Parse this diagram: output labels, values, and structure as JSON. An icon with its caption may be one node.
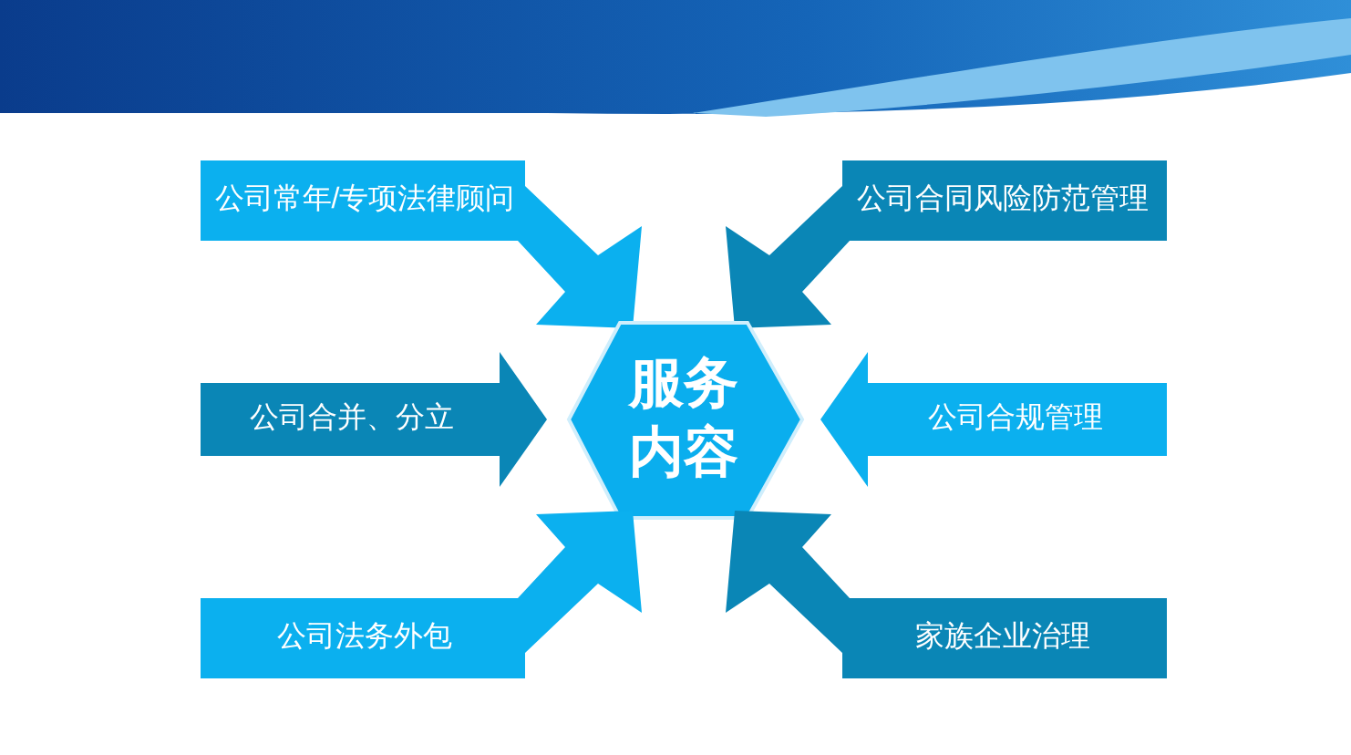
{
  "diagram": {
    "nodes": [
      {
        "text": [
          "公司常年/专项法律顾问"
        ]
      },
      {
        "text": [
          "公司合同风险防范管理"
        ]
      },
      {
        "text": [
          "公司合并、分立"
        ]
      },
      {
        "text": [
          "服务内容"
        ]
      },
      {
        "text": [
          "公司合规管理"
        ]
      },
      {
        "text": [
          "公司法务外包"
        ]
      },
      {
        "text": [
          "家族企业治理"
        ]
      }
    ]
  }
}
